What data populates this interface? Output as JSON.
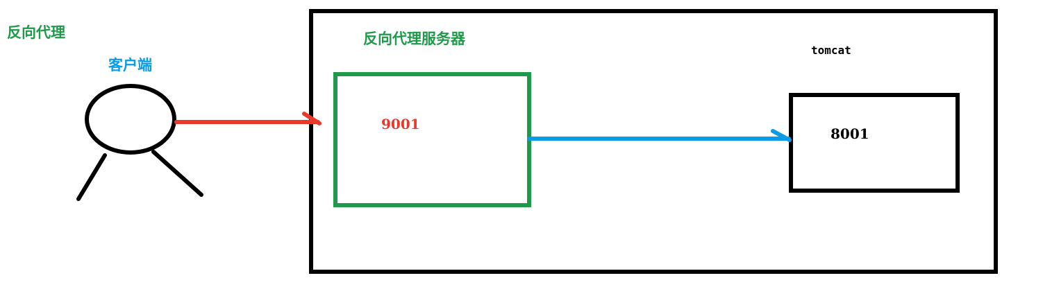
{
  "title": "反向代理",
  "client": {
    "label": "客户端"
  },
  "proxy": {
    "label": "反向代理服务器",
    "port": "9001"
  },
  "tomcat": {
    "label": "tomcat",
    "port": "8001"
  },
  "colors": {
    "green": "#1e9a4a",
    "blue": "#0a9be6",
    "red": "#e8392a",
    "black": "#000000"
  }
}
